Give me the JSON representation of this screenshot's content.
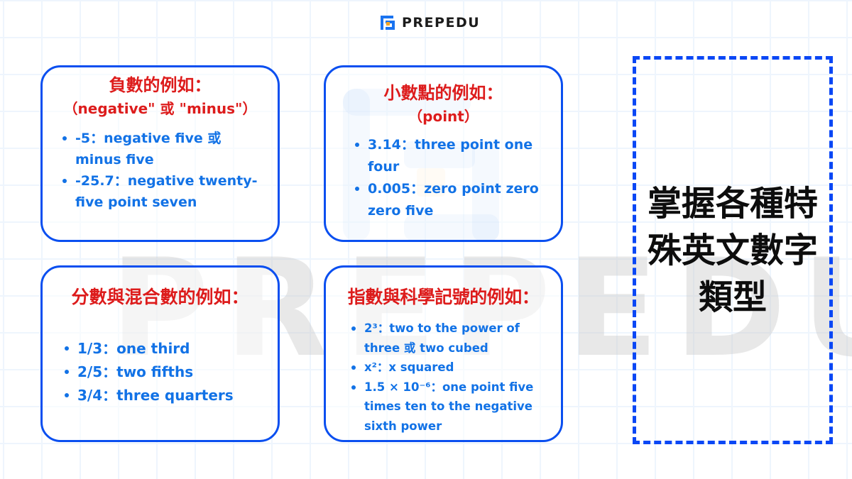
{
  "brand": {
    "logo_icon": "prepedu-logo-icon",
    "name": "PREPEDU",
    "colors": {
      "primary_blue": "#1a73f0",
      "accent_orange": "#f5a623"
    }
  },
  "watermark": {
    "text": "PREPEDU"
  },
  "colors": {
    "card_border": "#0a4ff0",
    "title_red": "#dd1c1c",
    "bullet_blue": "#1272e6",
    "dashed_border": "#0a47f5",
    "grid_line": "#eef5fd"
  },
  "cards": [
    {
      "title": "負數的例如：",
      "subtitle": "（negative\" 或 \"minus\"）",
      "items": [
        "-5：negative five 或 minus five",
        "-25.7：negative twenty-five point seven"
      ]
    },
    {
      "title": "小數點的例如：",
      "subtitle": "（point）",
      "items": [
        "3.14：three point one four",
        "0.005：zero point zero zero five"
      ]
    },
    {
      "title": "分數與混合數的例如：",
      "items": [
        "1/3：one third",
        "2/5：two fifths",
        "3/4：three quarters"
      ]
    },
    {
      "title": "指數與科學記號的例如：",
      "items": [
        "2³：two to the power of three 或 two cubed",
        "x²：x squared",
        "1.5 × 10⁻⁶：one point five times ten to the negative sixth power"
      ]
    }
  ],
  "side_panel": {
    "title": "掌握各種特殊英文數字類型"
  }
}
